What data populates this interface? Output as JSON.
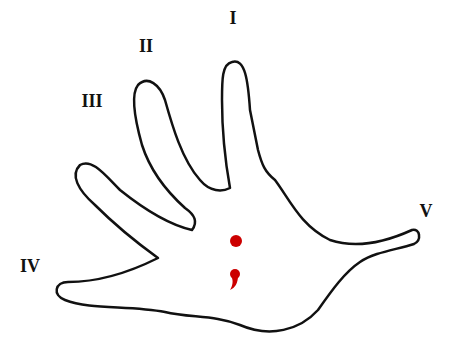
{
  "diagram": {
    "labels": [
      "I",
      "II",
      "III",
      "IV",
      "V"
    ]
  }
}
